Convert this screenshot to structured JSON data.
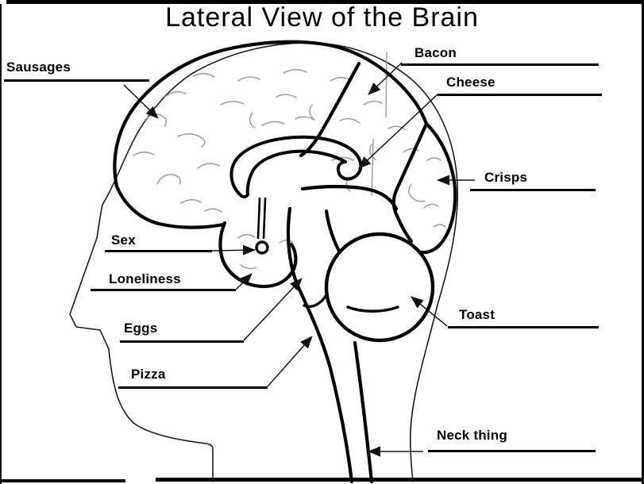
{
  "title": "Lateral View of the Brain",
  "labels": [
    {
      "id": "sausages",
      "text": "Sausages"
    },
    {
      "id": "bacon",
      "text": "Bacon"
    },
    {
      "id": "cheese",
      "text": "Cheese"
    },
    {
      "id": "crisps",
      "text": "Crisps"
    },
    {
      "id": "sex",
      "text": "Sex"
    },
    {
      "id": "loneliness",
      "text": "Loneliness"
    },
    {
      "id": "eggs",
      "text": "Eggs"
    },
    {
      "id": "pizza",
      "text": "Pizza"
    },
    {
      "id": "toast",
      "text": "Toast"
    },
    {
      "id": "neck_thing",
      "text": "Neck thing"
    }
  ],
  "colors": {
    "ink": "#000000",
    "gyri_texture": "#999999",
    "background": "#ffffff"
  }
}
